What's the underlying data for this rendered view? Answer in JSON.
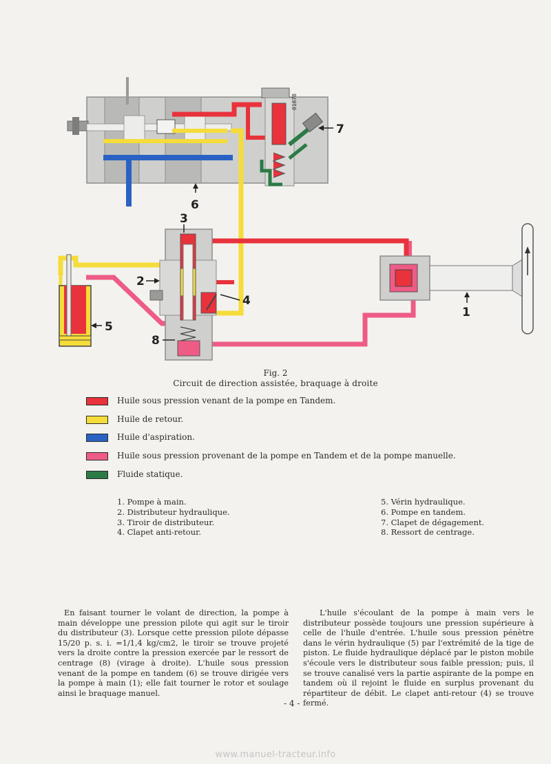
{
  "colors": {
    "pressure_tandem": "#e8323c",
    "return": "#f5dc3a",
    "suction": "#2a62c4",
    "pressure_combined": "#ee5c86",
    "static": "#2c7a46",
    "housing": "#cfcfcd",
    "housing_dark": "#9a9a98"
  },
  "diagram": {
    "stamp": "01878",
    "callouts": [
      "1",
      "2",
      "3",
      "4",
      "5",
      "6",
      "7",
      "8"
    ]
  },
  "figure": {
    "number": "Fig. 2",
    "caption": "Circuit de direction assistée, braquage à droite"
  },
  "legend": [
    {
      "color": "#e8323c",
      "label": "Huile sous pression venant de la pompe en Tandem."
    },
    {
      "color": "#f5dc3a",
      "label": "Huile de retour."
    },
    {
      "color": "#2a62c4",
      "label": "Huile d'aspiration."
    },
    {
      "color": "#ee5c86",
      "label": "Huile sous pression provenant de la pompe en Tandem et de la pompe manuelle."
    },
    {
      "color": "#2c7a46",
      "label": "Fluide statique."
    }
  ],
  "parts_left": [
    "1. Pompe à main.",
    "2. Distributeur hydraulique.",
    "3. Tiroir de distributeur.",
    "4. Clapet anti-retour."
  ],
  "parts_right": [
    "5. Vérin hydraulique.",
    "6. Pompe en tandem.",
    "7. Clapet de dégagement.",
    "8. Ressort de centrage."
  ],
  "text_left": "En faisant tourner le volant de direction, la pompe à main développe une pression pilote qui agit sur le tiroir du distributeur (3). Lorsque cette pression pilote dépasse 15/20 p. s. i. =1/1,4 kg/cm2, le tiroir se trouve projeté vers la droite contre la pression exercée par le ressort de centrage (8) (virage à droite). L'huile sous pression venant de la pompe en tandem (6) se trouve dirigée vers la pompe à main (1); elle fait tourner le rotor et soulage ainsi le braquage manuel.",
  "text_right": "L'huile s'écoulant de la pompe à main vers le distributeur possède toujours une pression supérieure à celle de l'huile d'entrée. L'huile sous pression pénètre dans le vérin hydraulique (5) par l'extrémité de la tige de piston. Le fluide hydraulique déplacé par le piston mobile s'écoule vers le distributeur sous faible pression; puis, il se trouve canalisé vers la partie aspirante de la pompe en tandem où il rejoint le fluide en surplus provenant du répartiteur de débit. Le clapet anti-retour (4) se trouve fermé.",
  "page_number": "- 4 -",
  "watermark": "www.manuel-tracteur.info"
}
